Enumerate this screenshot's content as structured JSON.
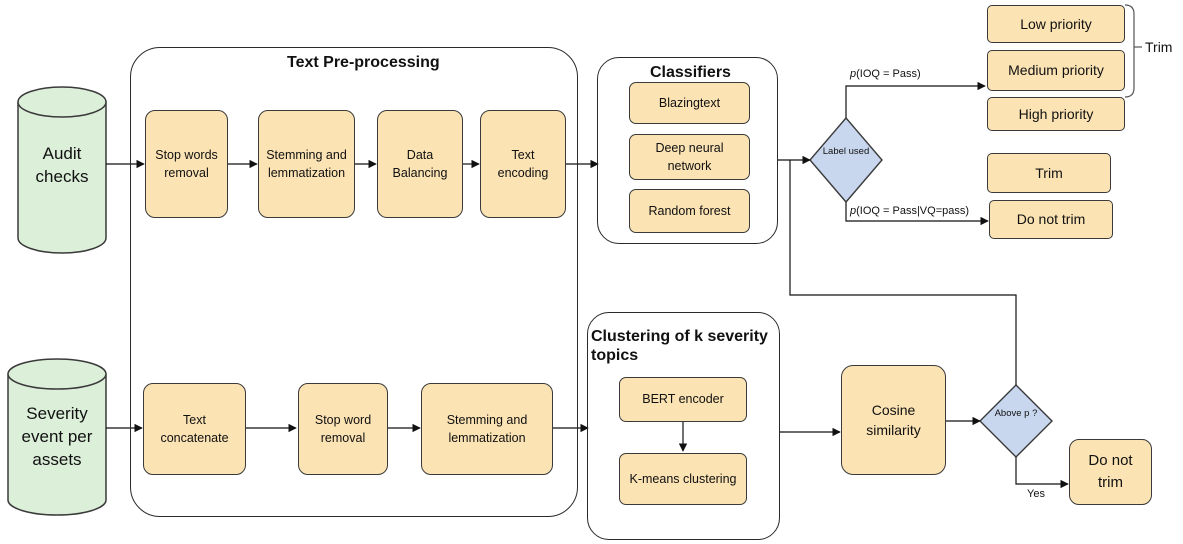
{
  "groups": {
    "preprocessing_title": "Text Pre-processing",
    "classifiers_title": "Classifiers",
    "clustering_title": "Clustering of k severity topics"
  },
  "sources": {
    "audit": "Audit checks",
    "severity": "Severity event per assets"
  },
  "top_row": {
    "stop_words": "Stop words removal",
    "stemming": "Stemming and lemmatization",
    "balancing": "Data Balancing",
    "encoding": "Text encoding"
  },
  "bottom_row": {
    "concatenate": "Text concatenate",
    "stop_word": "Stop word removal",
    "stemming": "Stemming and lemmatization"
  },
  "classifiers": [
    "Blazingtext",
    "Deep neural network",
    "Random forest"
  ],
  "clustering": {
    "bert": "BERT encoder",
    "kmeans": "K-means clustering"
  },
  "cosine": "Cosine similarity",
  "decisions": {
    "label_used": "Label used",
    "above_p": "Above p ?"
  },
  "edge_labels": {
    "p_pass": "p(IOQ = Pass)",
    "p_pass_vq": "p(IOQ = Pass|VQ=pass)",
    "yes": "Yes"
  },
  "outputs": {
    "low": "Low priority",
    "medium": "Medium priority",
    "high": "High priority",
    "trim_bracket": "Trim",
    "trim": "Trim",
    "do_not_trim": "Do not trim",
    "final_do_not_trim": "Do not trim"
  },
  "colors": {
    "process_fill": "#fbe3b4",
    "source_fill": "#dcefd9",
    "decision_fill": "#c9d7ee",
    "stroke": "#3a3a3a"
  }
}
